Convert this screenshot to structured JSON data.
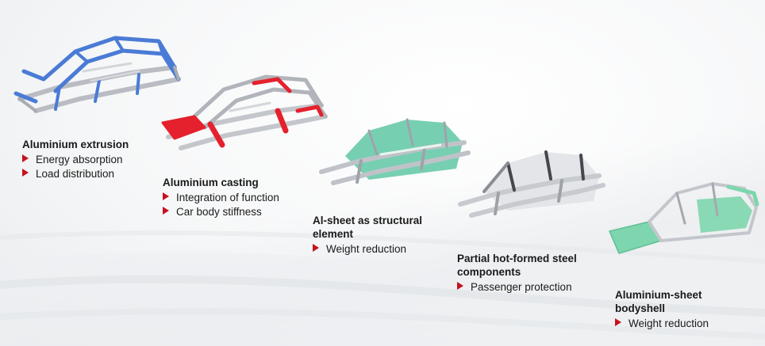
{
  "colors": {
    "bullet": "#c5121e",
    "extrusion": "#4a7bd6",
    "casting": "#e4212d",
    "al_sheet": "#5fc7a4",
    "steel": "#c7cacf",
    "bodyshell": "#7dd6ad"
  },
  "icons": {
    "bullet": "red-triangle-bullet-icon"
  },
  "groups": [
    {
      "title": "Aluminium extrusion",
      "items": [
        "Energy absorption",
        "Load distribution"
      ]
    },
    {
      "title": "Aluminium casting",
      "items": [
        "Integration of function",
        "Car body stiffness"
      ]
    },
    {
      "title": "Al-sheet as structural element",
      "items": [
        "Weight reduction"
      ]
    },
    {
      "title": "Partial hot-formed steel components",
      "items": [
        "Passenger protection"
      ]
    },
    {
      "title": "Aluminium-sheet bodyshell",
      "items": [
        "Weight reduction"
      ]
    }
  ]
}
